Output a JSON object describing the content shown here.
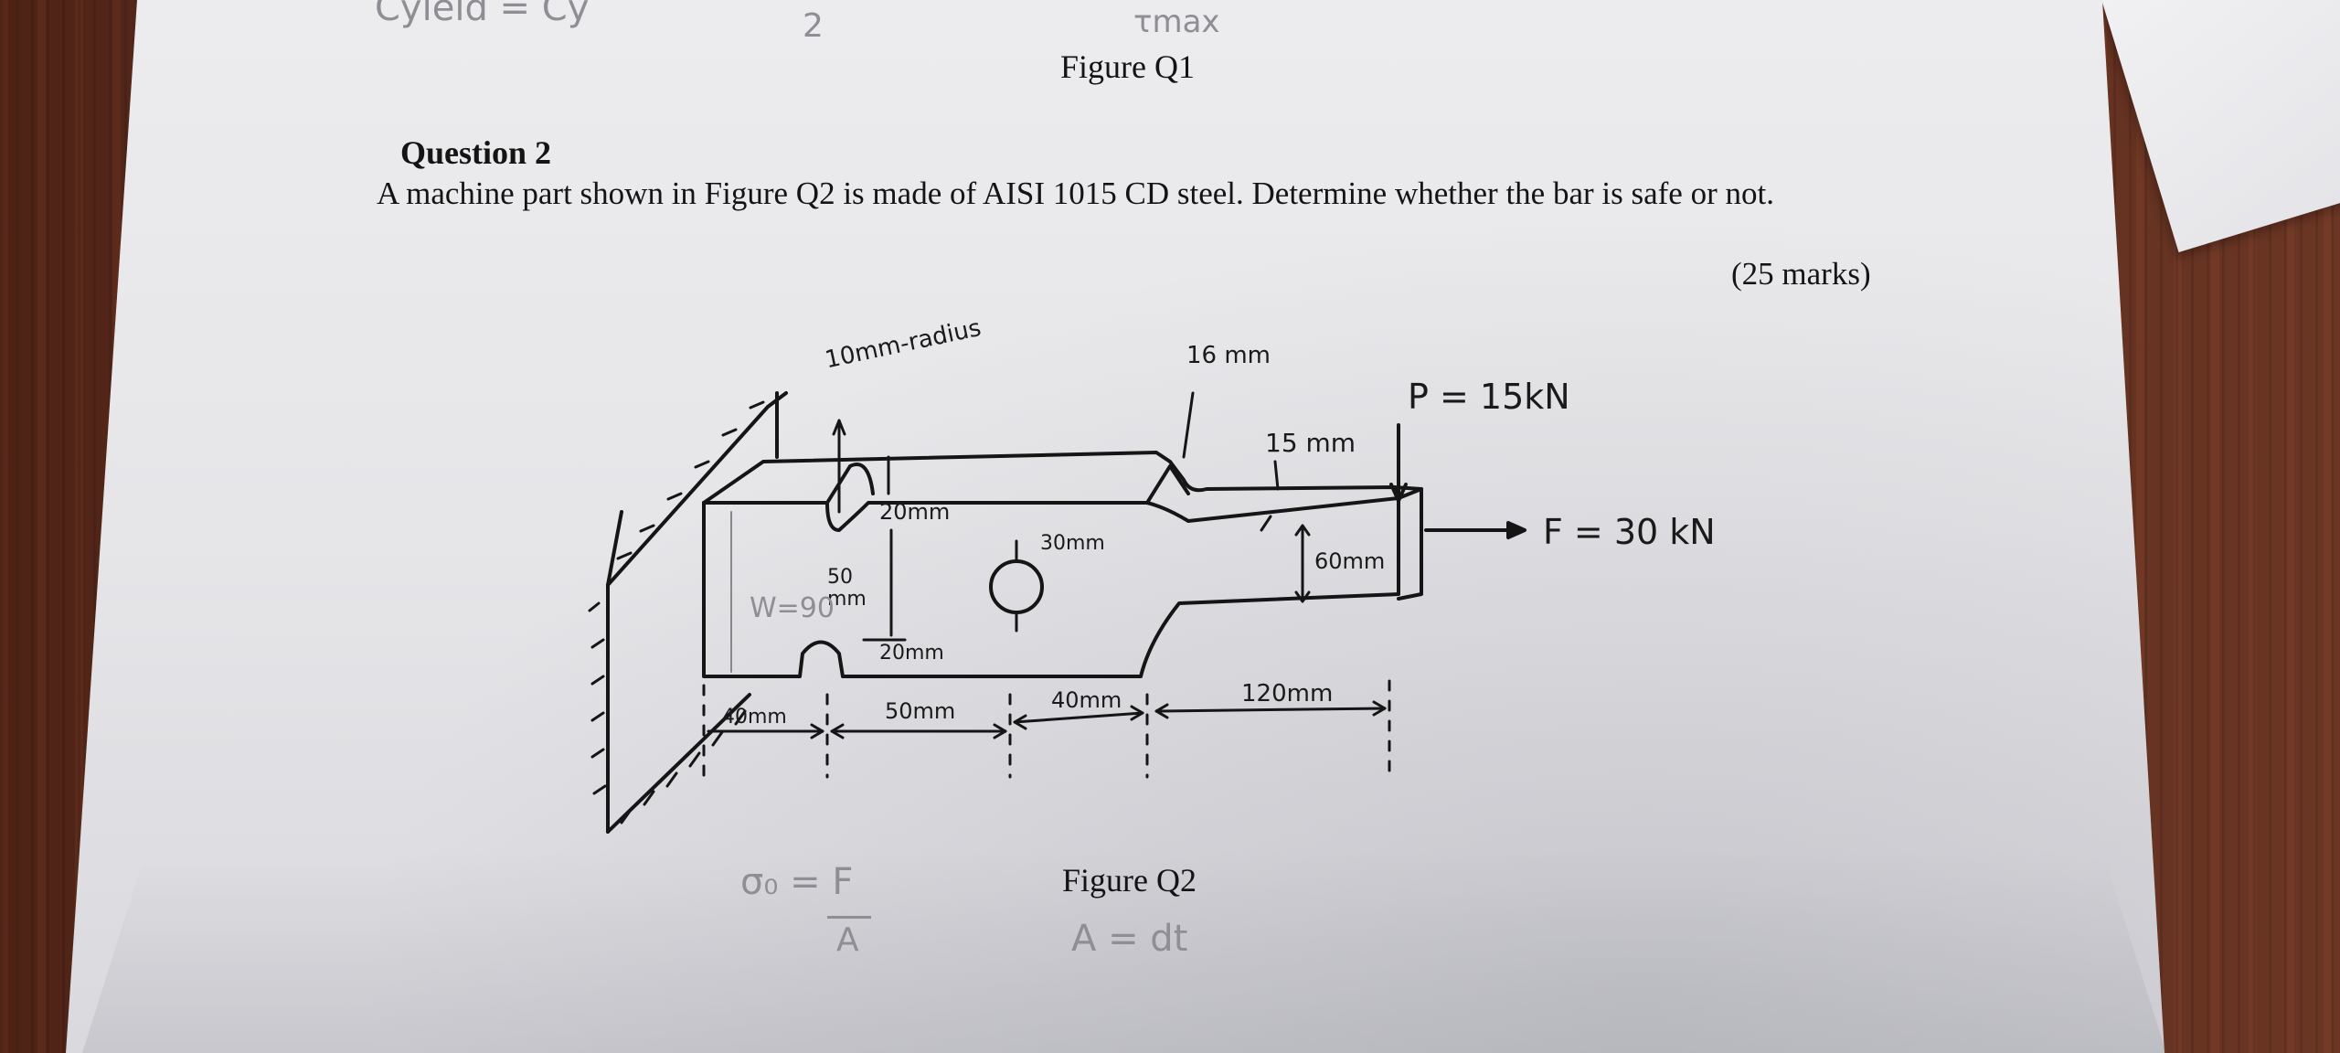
{
  "top_scribbles": {
    "left": "Cyield = Cy",
    "middle": "2",
    "right": "τmax"
  },
  "figure_q1_caption": "Figure Q1",
  "question": {
    "title": "Question 2",
    "text": "A machine part shown in Figure Q2 is made of AISI 1015 CD steel. Determine whether the bar is safe or not.",
    "marks": "(25 marks)"
  },
  "figure_q2": {
    "caption": "Figure Q2",
    "labels": {
      "radius": "10mm-radius",
      "top_width": "16 mm",
      "load_p": "P = 15kN",
      "step_depth": "15 mm",
      "force_f": "F = 30 kN",
      "notch_depth_top": "20mm",
      "hole_diameter": "30mm",
      "end_height": "60mm",
      "section_mid": "50\nmm",
      "section_width": "W=90",
      "notch_depth_bottom": "20mm",
      "length_1": "40mm",
      "length_2": "50mm",
      "length_3": "40mm",
      "length_4": "120mm"
    }
  },
  "bottom_scribbles": {
    "formula_1_num": "σ₀ = F",
    "formula_1_den": "A",
    "formula_2": "A = dt"
  }
}
